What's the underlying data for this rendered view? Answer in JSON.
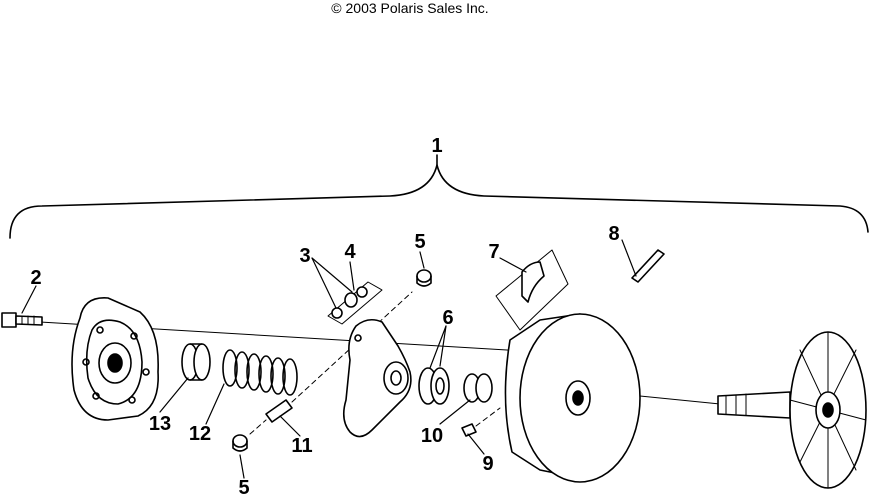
{
  "header": {
    "copyright": "© 2003 Polaris Sales Inc."
  },
  "callouts": {
    "assembly": "1",
    "bolt": "2",
    "rollers": "3",
    "roller_pins": "4",
    "button_top": "5",
    "button_bottom": "5",
    "bushings": "6",
    "weights": "7",
    "weight_bolt": "8",
    "nut": "9",
    "bushing_small": "10",
    "dowel": "11",
    "spring": "12",
    "spacer": "13"
  }
}
